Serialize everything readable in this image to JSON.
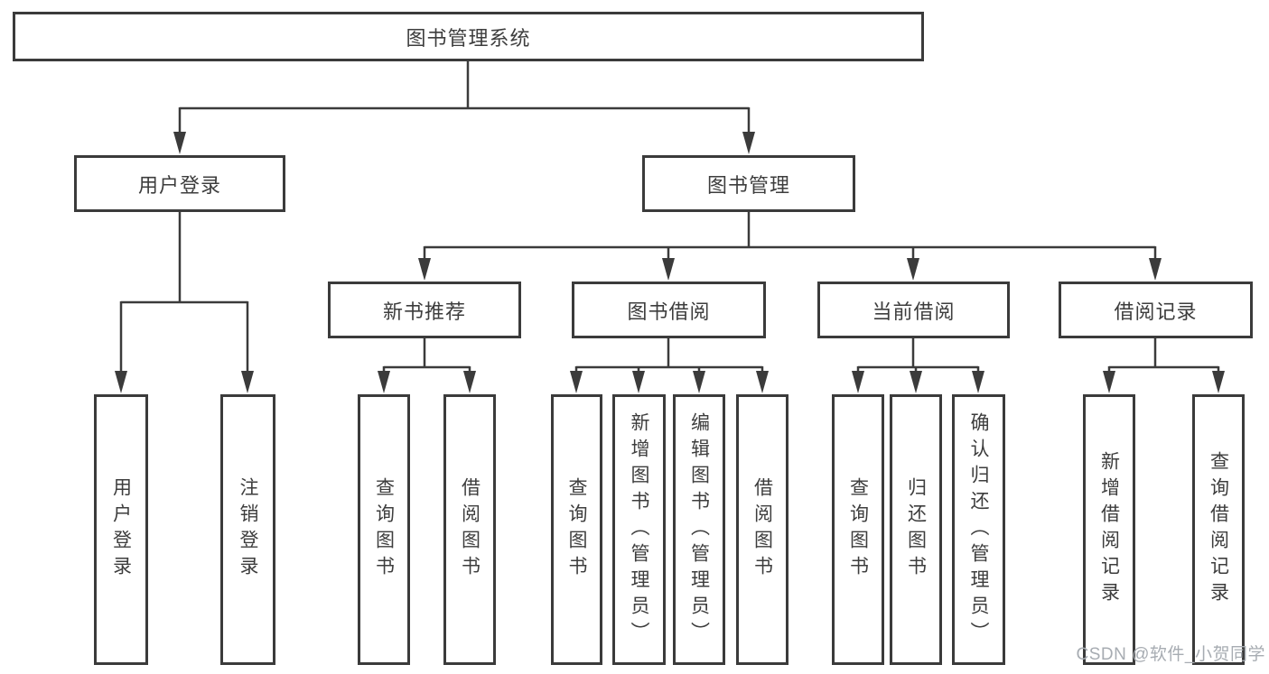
{
  "page": {
    "background": "#ffffff"
  },
  "colors": {
    "line": "#3b3b3b",
    "box_border": "#3b3b3b",
    "box_background": "#ffffff",
    "label_text": "#3d3d3d",
    "watermark_text": "#a7acb2"
  },
  "diagram": {
    "root_label": "图书管理系统",
    "branches": [
      {
        "label": "用户登录",
        "children": [
          {
            "label": "用户登录"
          },
          {
            "label": "注销登录"
          }
        ]
      },
      {
        "label": "图书管理",
        "sections": [
          {
            "label": "新书推荐",
            "children": [
              {
                "label": "查询图书"
              },
              {
                "label": "借阅图书"
              }
            ]
          },
          {
            "label": "图书借阅",
            "children": [
              {
                "label": "查询图书"
              },
              {
                "label": "新增图书（管理员）"
              },
              {
                "label": "编辑图书（管理员）"
              },
              {
                "label": "借阅图书"
              }
            ]
          },
          {
            "label": "当前借阅",
            "children": [
              {
                "label": "查询图书"
              },
              {
                "label": "归还图书"
              },
              {
                "label": "确认归还（管理员）"
              }
            ]
          },
          {
            "label": "借阅记录",
            "children": [
              {
                "label": "新增借阅记录"
              },
              {
                "label": "查询借阅记录"
              }
            ]
          }
        ]
      }
    ]
  },
  "watermark": "CSDN @软件_小贺同学"
}
